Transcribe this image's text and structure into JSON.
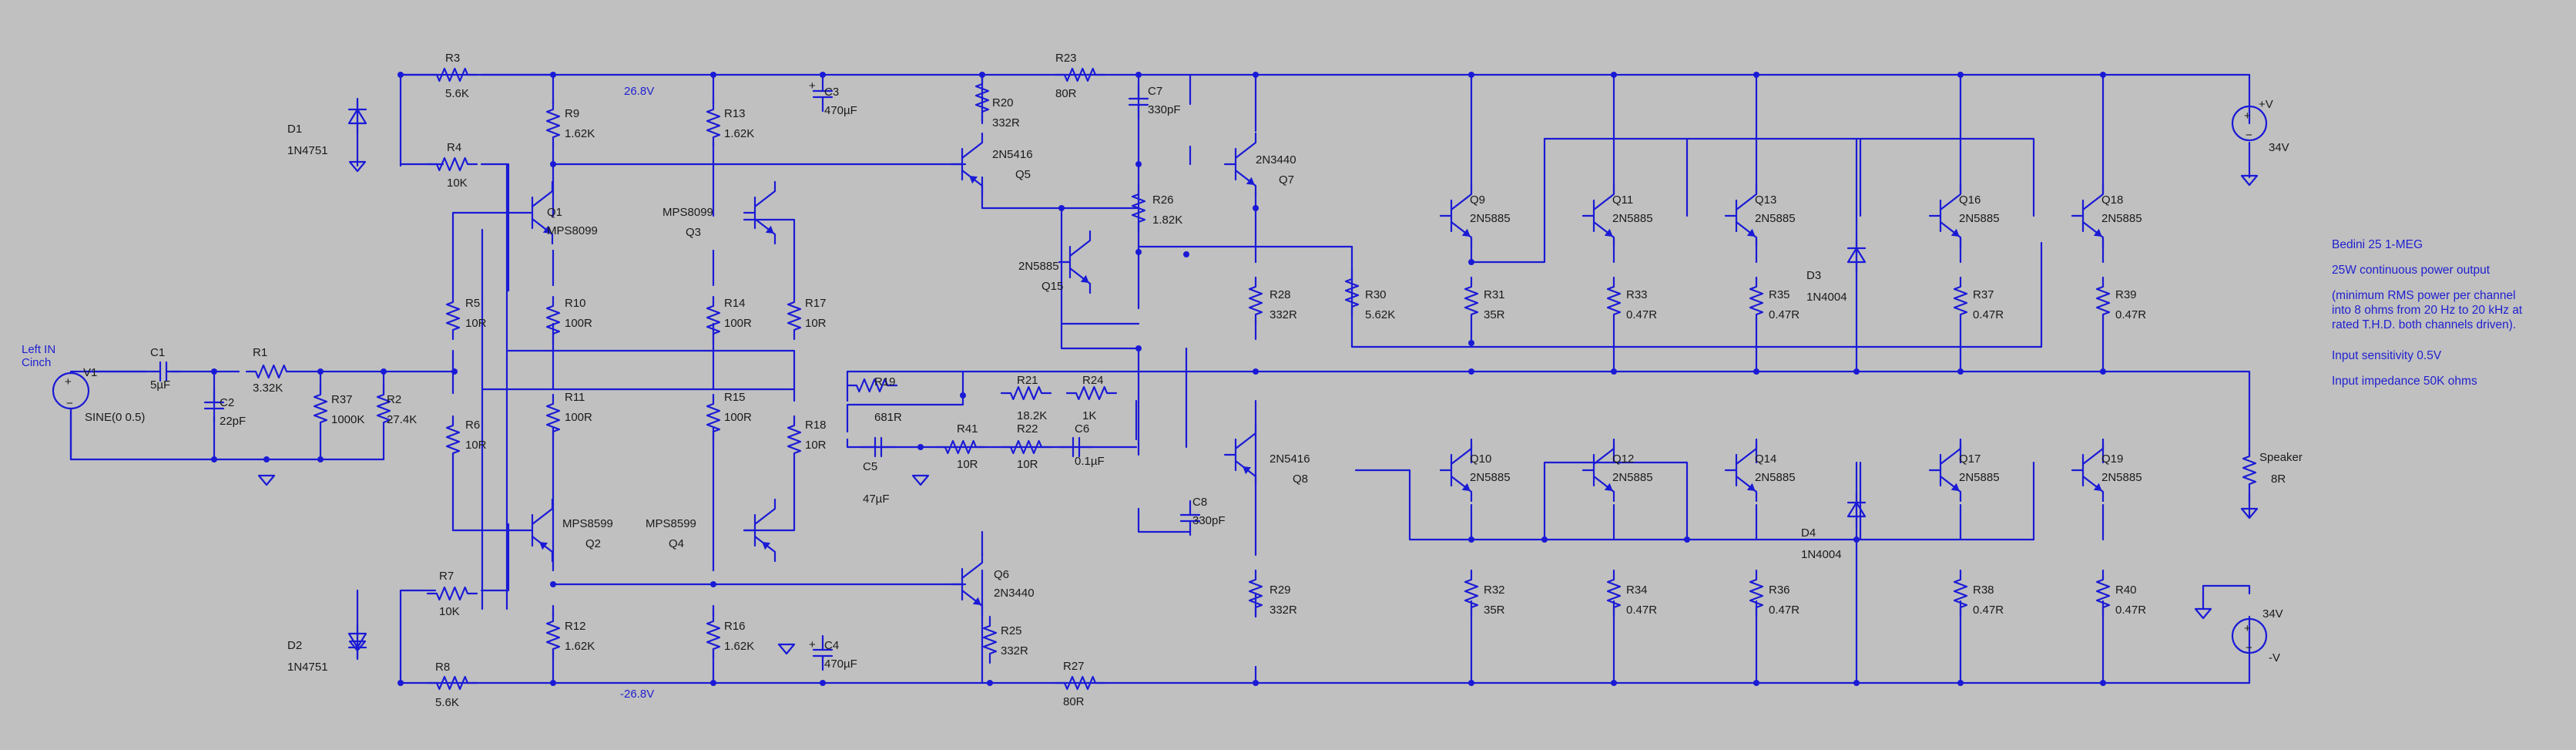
{
  "schematic": {
    "nets": {
      "vpos_rail": "26.8V",
      "vneg_rail": "-26.8V"
    },
    "input": {
      "label": "Left IN\nCinch",
      "source_name": "V1",
      "source_value": "SINE(0 0.5)"
    },
    "components": {
      "C1": {
        "name": "C1",
        "value": "5µF"
      },
      "C2": {
        "name": "C2",
        "value": "22pF"
      },
      "C3": {
        "name": "C3",
        "value": "470µF"
      },
      "C4": {
        "name": "C4",
        "value": "470µF"
      },
      "C5": {
        "name": "C5",
        "value": "47µF"
      },
      "C6": {
        "name": "C6",
        "value": "0.1µF"
      },
      "C7": {
        "name": "C7",
        "value": "330pF"
      },
      "C8": {
        "name": "C8",
        "value": "330pF"
      },
      "R1": {
        "name": "R1",
        "value": "3.32K"
      },
      "R2": {
        "name": "R2",
        "value": "27.4K"
      },
      "R37a": {
        "name": "R37",
        "value": "1000K"
      },
      "R3": {
        "name": "R3",
        "value": "5.6K"
      },
      "R4": {
        "name": "R4",
        "value": "10K"
      },
      "R5": {
        "name": "R5",
        "value": "10R"
      },
      "R6": {
        "name": "R6",
        "value": "10R"
      },
      "R7": {
        "name": "R7",
        "value": "10K"
      },
      "R8": {
        "name": "R8",
        "value": "5.6K"
      },
      "R9": {
        "name": "R9",
        "value": "1.62K"
      },
      "R10": {
        "name": "R10",
        "value": "100R"
      },
      "R11": {
        "name": "R11",
        "value": "100R"
      },
      "R12": {
        "name": "R12",
        "value": "1.62K"
      },
      "R13": {
        "name": "R13",
        "value": "1.62K"
      },
      "R14": {
        "name": "R14",
        "value": "100R"
      },
      "R15": {
        "name": "R15",
        "value": "100R"
      },
      "R16": {
        "name": "R16",
        "value": "1.62K"
      },
      "R17": {
        "name": "R17",
        "value": "10R"
      },
      "R18": {
        "name": "R18",
        "value": "10R"
      },
      "R19": {
        "name": "R19",
        "value": "681R"
      },
      "R20": {
        "name": "R20",
        "value": "332R"
      },
      "R21": {
        "name": "R21",
        "value": "18.2K"
      },
      "R22": {
        "name": "R22",
        "value": "10R"
      },
      "R23": {
        "name": "R23",
        "value": "80R"
      },
      "R24": {
        "name": "R24",
        "value": "1K"
      },
      "R25": {
        "name": "R25",
        "value": "332R"
      },
      "R26": {
        "name": "R26",
        "value": "1.82K"
      },
      "R27": {
        "name": "R27",
        "value": "80R"
      },
      "R28": {
        "name": "R28",
        "value": "332R"
      },
      "R29": {
        "name": "R29",
        "value": "332R"
      },
      "R30": {
        "name": "R30",
        "value": "5.62K"
      },
      "R31": {
        "name": "R31",
        "value": "35R"
      },
      "R32": {
        "name": "R32",
        "value": "35R"
      },
      "R33": {
        "name": "R33",
        "value": "0.47R"
      },
      "R34": {
        "name": "R34",
        "value": "0.47R"
      },
      "R35": {
        "name": "R35",
        "value": "0.47R"
      },
      "R36": {
        "name": "R36",
        "value": "0.47R"
      },
      "R37": {
        "name": "R37",
        "value": "0.47R"
      },
      "R38": {
        "name": "R38",
        "value": "0.47R"
      },
      "R39": {
        "name": "R39",
        "value": "0.47R"
      },
      "R40": {
        "name": "R40",
        "value": "0.47R"
      },
      "R41": {
        "name": "R41",
        "value": "10R"
      },
      "D1": {
        "name": "D1",
        "value": "1N4751"
      },
      "D2": {
        "name": "D2",
        "value": "1N4751"
      },
      "D3": {
        "name": "D3",
        "value": "1N4004"
      },
      "D4": {
        "name": "D4",
        "value": "1N4004"
      },
      "Q1": {
        "name": "Q1",
        "value": "MPS8099"
      },
      "Q2": {
        "name": "Q2",
        "value": "MPS8599"
      },
      "Q3": {
        "name": "Q3",
        "value": "MPS8099"
      },
      "Q4": {
        "name": "Q4",
        "value": "MPS8599"
      },
      "Q5": {
        "name": "Q5",
        "value": "2N5416"
      },
      "Q6": {
        "name": "Q6",
        "value": "2N3440"
      },
      "Q7": {
        "name": "Q7",
        "value": "2N3440"
      },
      "Q8": {
        "name": "Q8",
        "value": "2N5416"
      },
      "Q9": {
        "name": "Q9",
        "value": "2N5885"
      },
      "Q10": {
        "name": "Q10",
        "value": "2N5885"
      },
      "Q11": {
        "name": "Q11",
        "value": "2N5885"
      },
      "Q12": {
        "name": "Q12",
        "value": "2N5885"
      },
      "Q13": {
        "name": "Q13",
        "value": "2N5885"
      },
      "Q14": {
        "name": "Q14",
        "value": "2N5885"
      },
      "Q15": {
        "name": "Q15",
        "value": "2N5885"
      },
      "Q16": {
        "name": "Q16",
        "value": "2N5885"
      },
      "Q17": {
        "name": "Q17",
        "value": "2N5885"
      },
      "Q18": {
        "name": "Q18",
        "value": "2N5885"
      },
      "Q19": {
        "name": "Q19",
        "value": "2N5885"
      }
    },
    "supplies": {
      "vplus": {
        "label": "+V",
        "value": "34V"
      },
      "vminus": {
        "label": "-V",
        "value": "34V"
      }
    },
    "speaker": {
      "name": "Speaker",
      "value": "8R"
    },
    "notes": [
      "Bedini 25 1-MEG",
      "25W continuous power output",
      "(minimum RMS power per channel into 8 ohms from 20 Hz to 20 kHz at rated T.H.D. both channels driven).",
      "Input sensitivity 0.5V",
      "Input impedance 50K ohms"
    ],
    "colors": {
      "background": "#c0c0c0",
      "wire": "#1a1ad6",
      "label": "#1a1a1a",
      "net_label": "#1f1fd0"
    }
  }
}
